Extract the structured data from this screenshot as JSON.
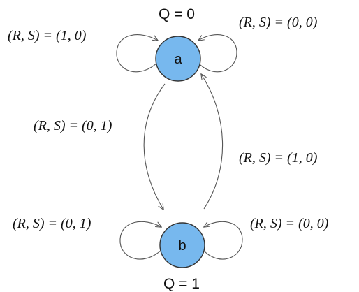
{
  "diagram": {
    "colors": {
      "state_fill": "#77B8EE",
      "stroke": "#555555",
      "text": "#111111"
    },
    "states": [
      {
        "id": "a",
        "label": "a",
        "output": "Q = 0"
      },
      {
        "id": "b",
        "label": "b",
        "output": "Q = 1"
      }
    ],
    "transitions": [
      {
        "from": "a",
        "to": "a",
        "label": "(R, S) = (1, 0)"
      },
      {
        "from": "a",
        "to": "a",
        "label": "(R, S) = (0, 0)"
      },
      {
        "from": "a",
        "to": "b",
        "label": "(R, S) = (0, 1)"
      },
      {
        "from": "b",
        "to": "a",
        "label": "(R, S) = (1, 0)"
      },
      {
        "from": "b",
        "to": "b",
        "label": "(R, S) = (0, 1)"
      },
      {
        "from": "b",
        "to": "b",
        "label": "(R, S) = (0, 0)"
      }
    ]
  }
}
